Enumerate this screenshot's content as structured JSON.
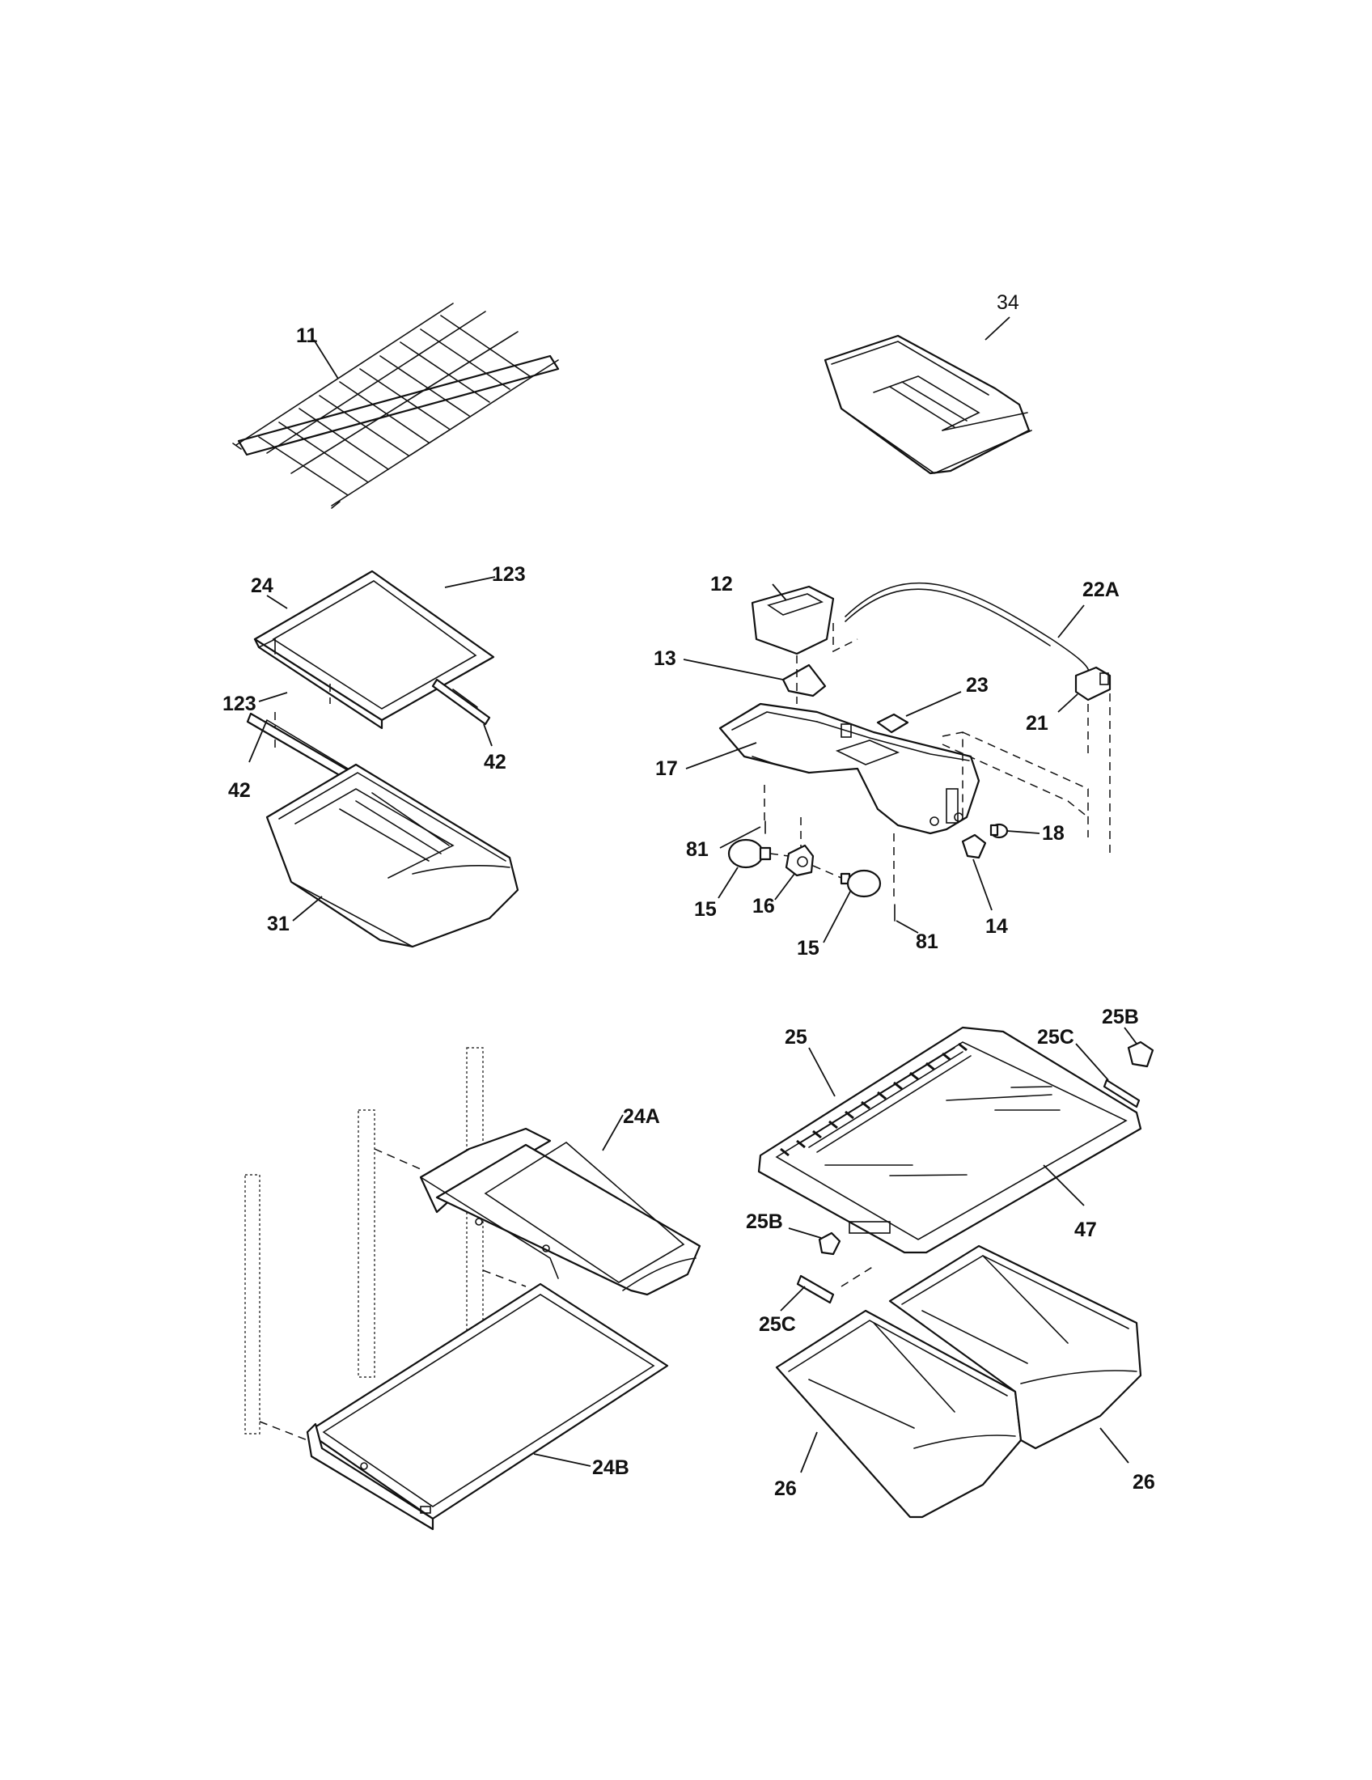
{
  "diagram": {
    "labels": {
      "p11": "11",
      "p34": "34",
      "p24": "24",
      "p123a": "123",
      "p123b": "123",
      "p42a": "42",
      "p42b": "42",
      "p31": "31",
      "p12": "12",
      "p22A": "22A",
      "p13": "13",
      "p23": "23",
      "p21": "21",
      "p17": "17",
      "p18": "18",
      "p81a": "81",
      "p81b": "81",
      "p15a": "15",
      "p16": "16",
      "p15b": "15",
      "p14": "14",
      "p25": "25",
      "p25C_top": "25C",
      "p25B_top": "25B",
      "p24A": "24A",
      "p47": "47",
      "p25B_bot": "25B",
      "p25C_bot": "25C",
      "p24B": "24B",
      "p26a": "26",
      "p26b": "26"
    }
  }
}
